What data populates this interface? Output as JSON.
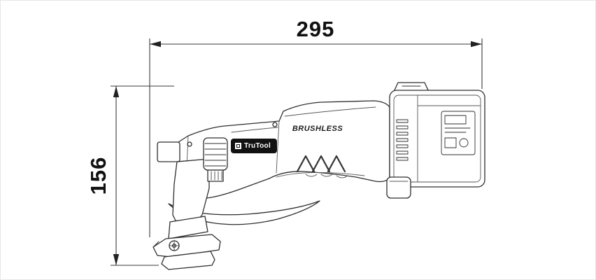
{
  "page": {
    "background": "#ffffff",
    "border": "#e6e6e6"
  },
  "dimensions": {
    "width": {
      "value": "295"
    },
    "height": {
      "value": "156"
    }
  },
  "tool": {
    "motor_label": "BRUSHLESS",
    "brand_label": "TruTool"
  },
  "colors": {
    "outline": "#2e2e2e",
    "detail_line": "#555555",
    "dimension_line": "#3a3a3a",
    "label_text": "#111111",
    "badge_background": "#111111",
    "badge_text": "#ffffff"
  }
}
